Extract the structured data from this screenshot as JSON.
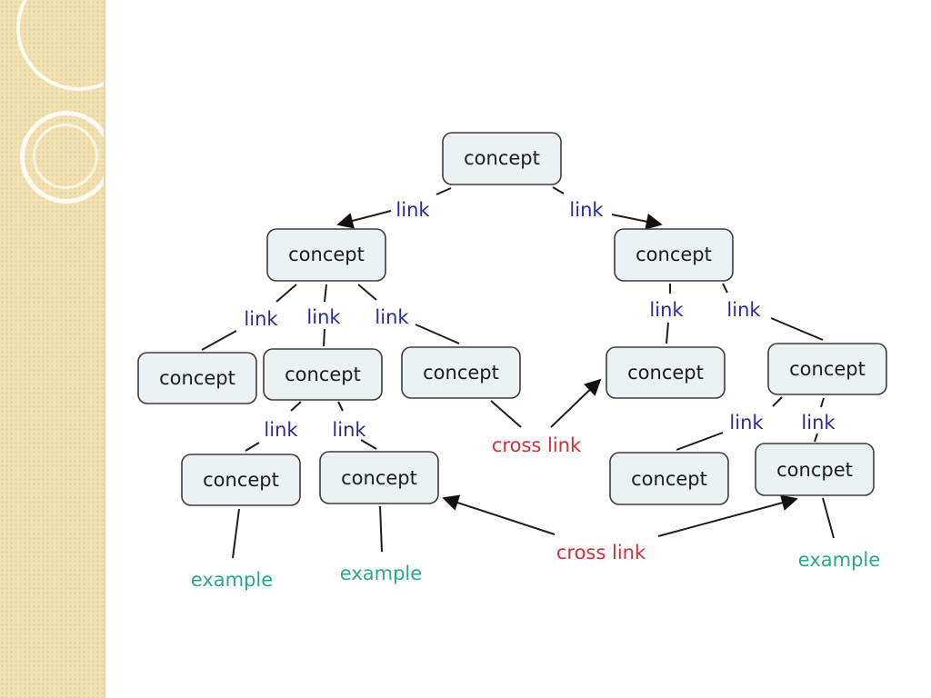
{
  "slide": {
    "sidebar_decoration": "circle-rings",
    "sidebar_color": "#f2e2b3"
  },
  "diagram": {
    "concepts": {
      "root": "concept",
      "left": "concept",
      "right": "concept",
      "left_child_1": "concept",
      "left_child_2": "concept",
      "left_child_3": "concept",
      "right_child_1": "concept",
      "right_child_2": "concept",
      "grandchild_1": "concept",
      "grandchild_2": "concept",
      "grandchild_3": "concept",
      "grandchild_4": "concpet"
    },
    "links": {
      "root_left": "link",
      "root_right": "link",
      "left_c1": "link",
      "left_c2": "link",
      "left_c3": "link",
      "right_c1": "link",
      "right_c2": "link",
      "c2_g1": "link",
      "c2_g2": "link",
      "rc2_g3": "link",
      "rc2_g4": "link"
    },
    "cross_links": {
      "upper": "cross link",
      "lower": "cross link"
    },
    "examples": {
      "ex1": "example",
      "ex2": "example",
      "ex3": "example"
    },
    "colors": {
      "link_text": "#2a2a96",
      "cross_link_text": "#d0303a",
      "example_text": "#29a98a",
      "node_fill": "#ecf1f4"
    }
  }
}
